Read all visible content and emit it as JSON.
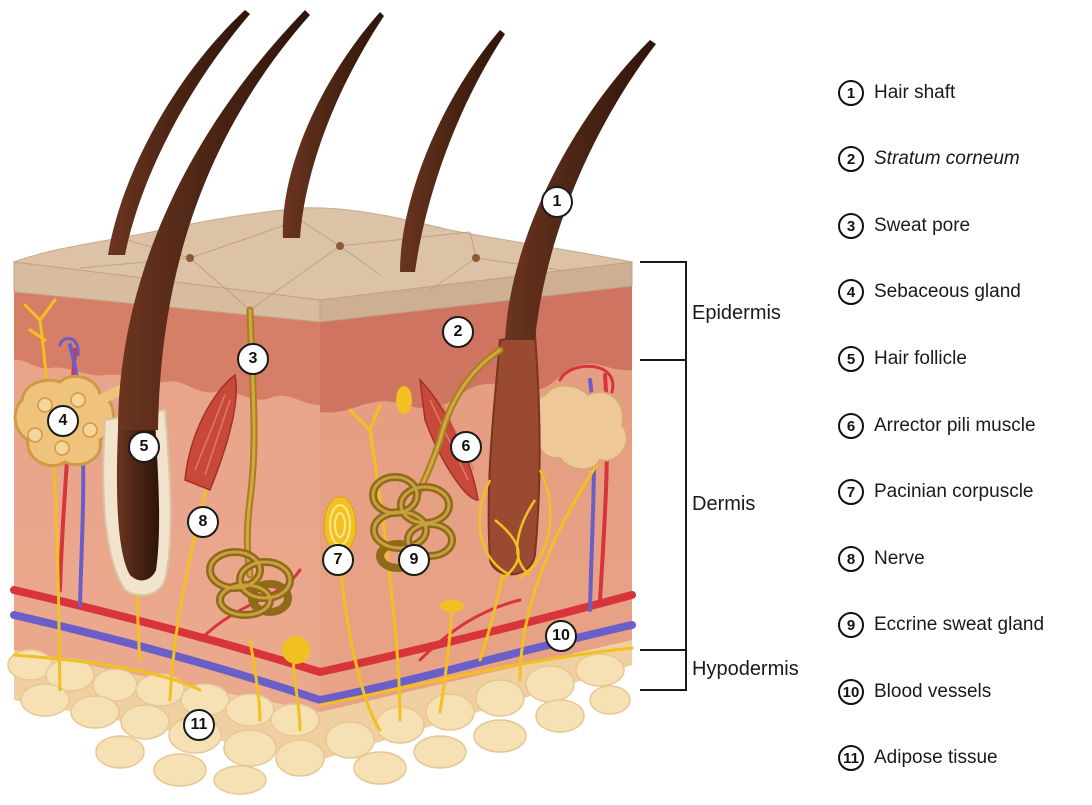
{
  "legend": [
    {
      "num": "1",
      "label": "Hair shaft",
      "italic": false
    },
    {
      "num": "2",
      "label": "Stratum  corneum",
      "italic": true
    },
    {
      "num": "3",
      "label": "Sweat pore",
      "italic": false
    },
    {
      "num": "4",
      "label": "Sebaceous gland",
      "italic": false
    },
    {
      "num": "5",
      "label": "Hair follicle",
      "italic": false
    },
    {
      "num": "6",
      "label": "Arrector pili muscle",
      "italic": false
    },
    {
      "num": "7",
      "label": "Pacinian corpuscle",
      "italic": false
    },
    {
      "num": "8",
      "label": "Nerve",
      "italic": false
    },
    {
      "num": "9",
      "label": "Eccrine sweat gland",
      "italic": false
    },
    {
      "num": "10",
      "label": "Blood vessels",
      "italic": false
    },
    {
      "num": "11",
      "label": "Adipose tissue",
      "italic": false
    }
  ],
  "layers": {
    "epidermis": "Epidermis",
    "dermis": "Dermis",
    "hypodermis": "Hypodermis"
  },
  "callouts": [
    "1",
    "2",
    "3",
    "4",
    "5",
    "6",
    "7",
    "8",
    "9",
    "10",
    "11"
  ],
  "colors": {
    "skin_surface": "#dcc2a6",
    "epidermis": "#d9836b",
    "dermis": "#eba88c",
    "adipose": "#f5deb0",
    "hair": "#4a2414",
    "nerve": "#f2c020",
    "artery": "#d8343c",
    "vein": "#6a5fc8",
    "sweat_gland": "#a57f22"
  }
}
